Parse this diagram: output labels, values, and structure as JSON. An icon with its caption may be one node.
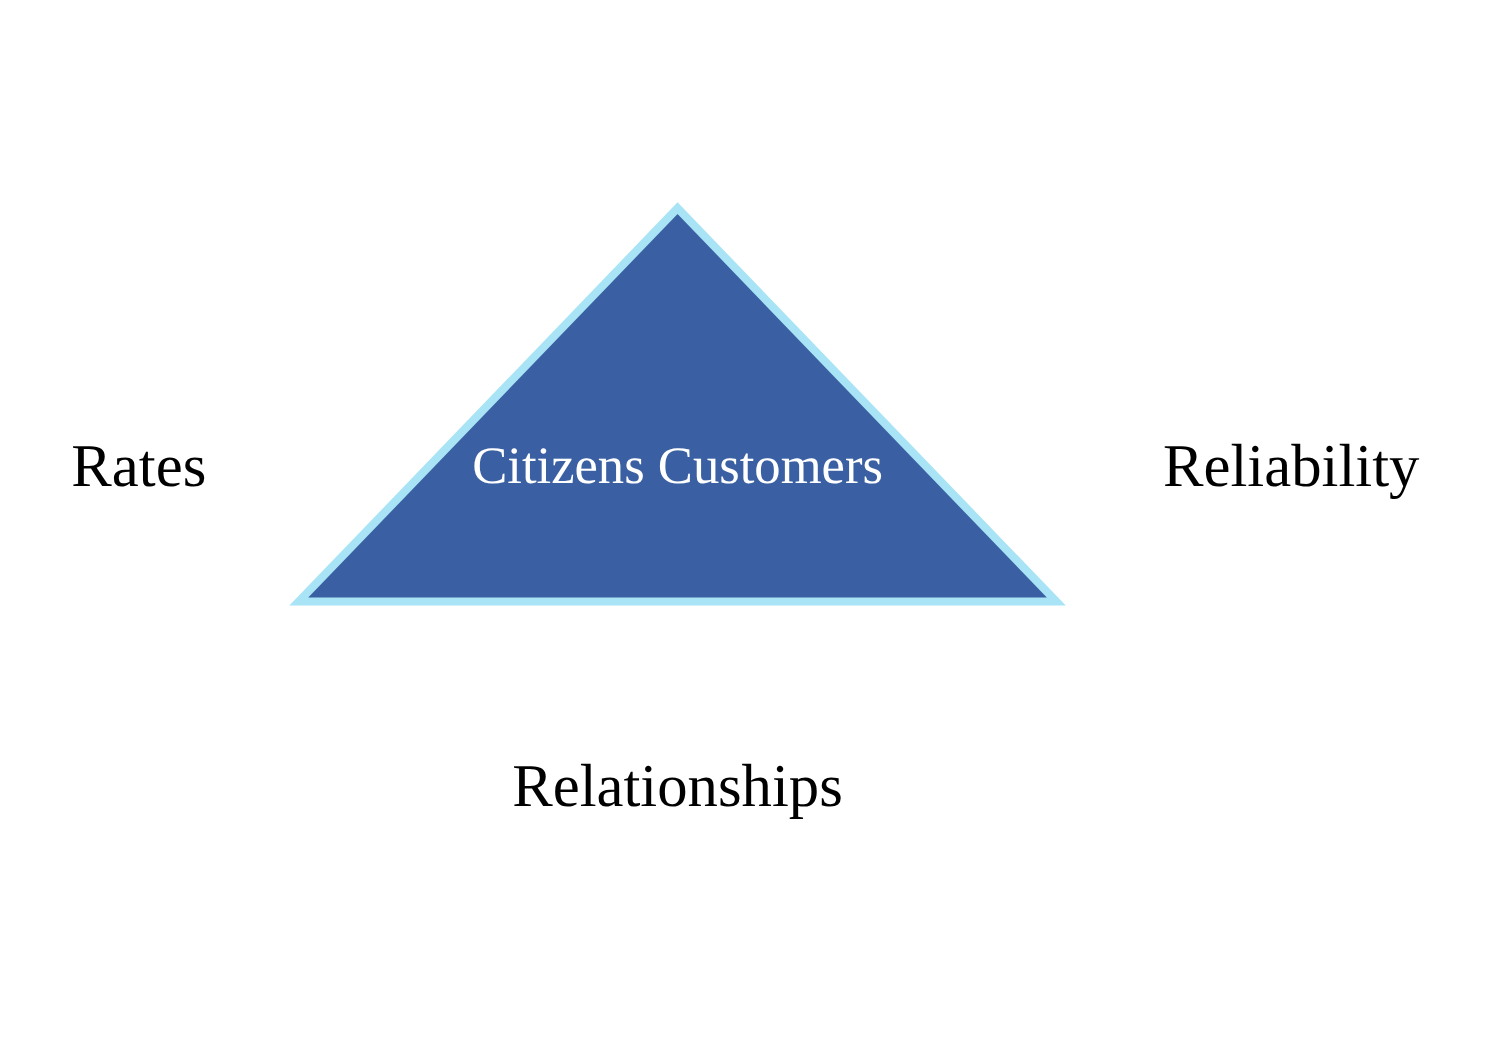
{
  "diagram": {
    "nodes": [
      {
        "text": [
          "Citizens Customers"
        ]
      }
    ],
    "edges": [],
    "labels": [
      "Rates",
      "Reliability",
      "Relationships"
    ]
  }
}
